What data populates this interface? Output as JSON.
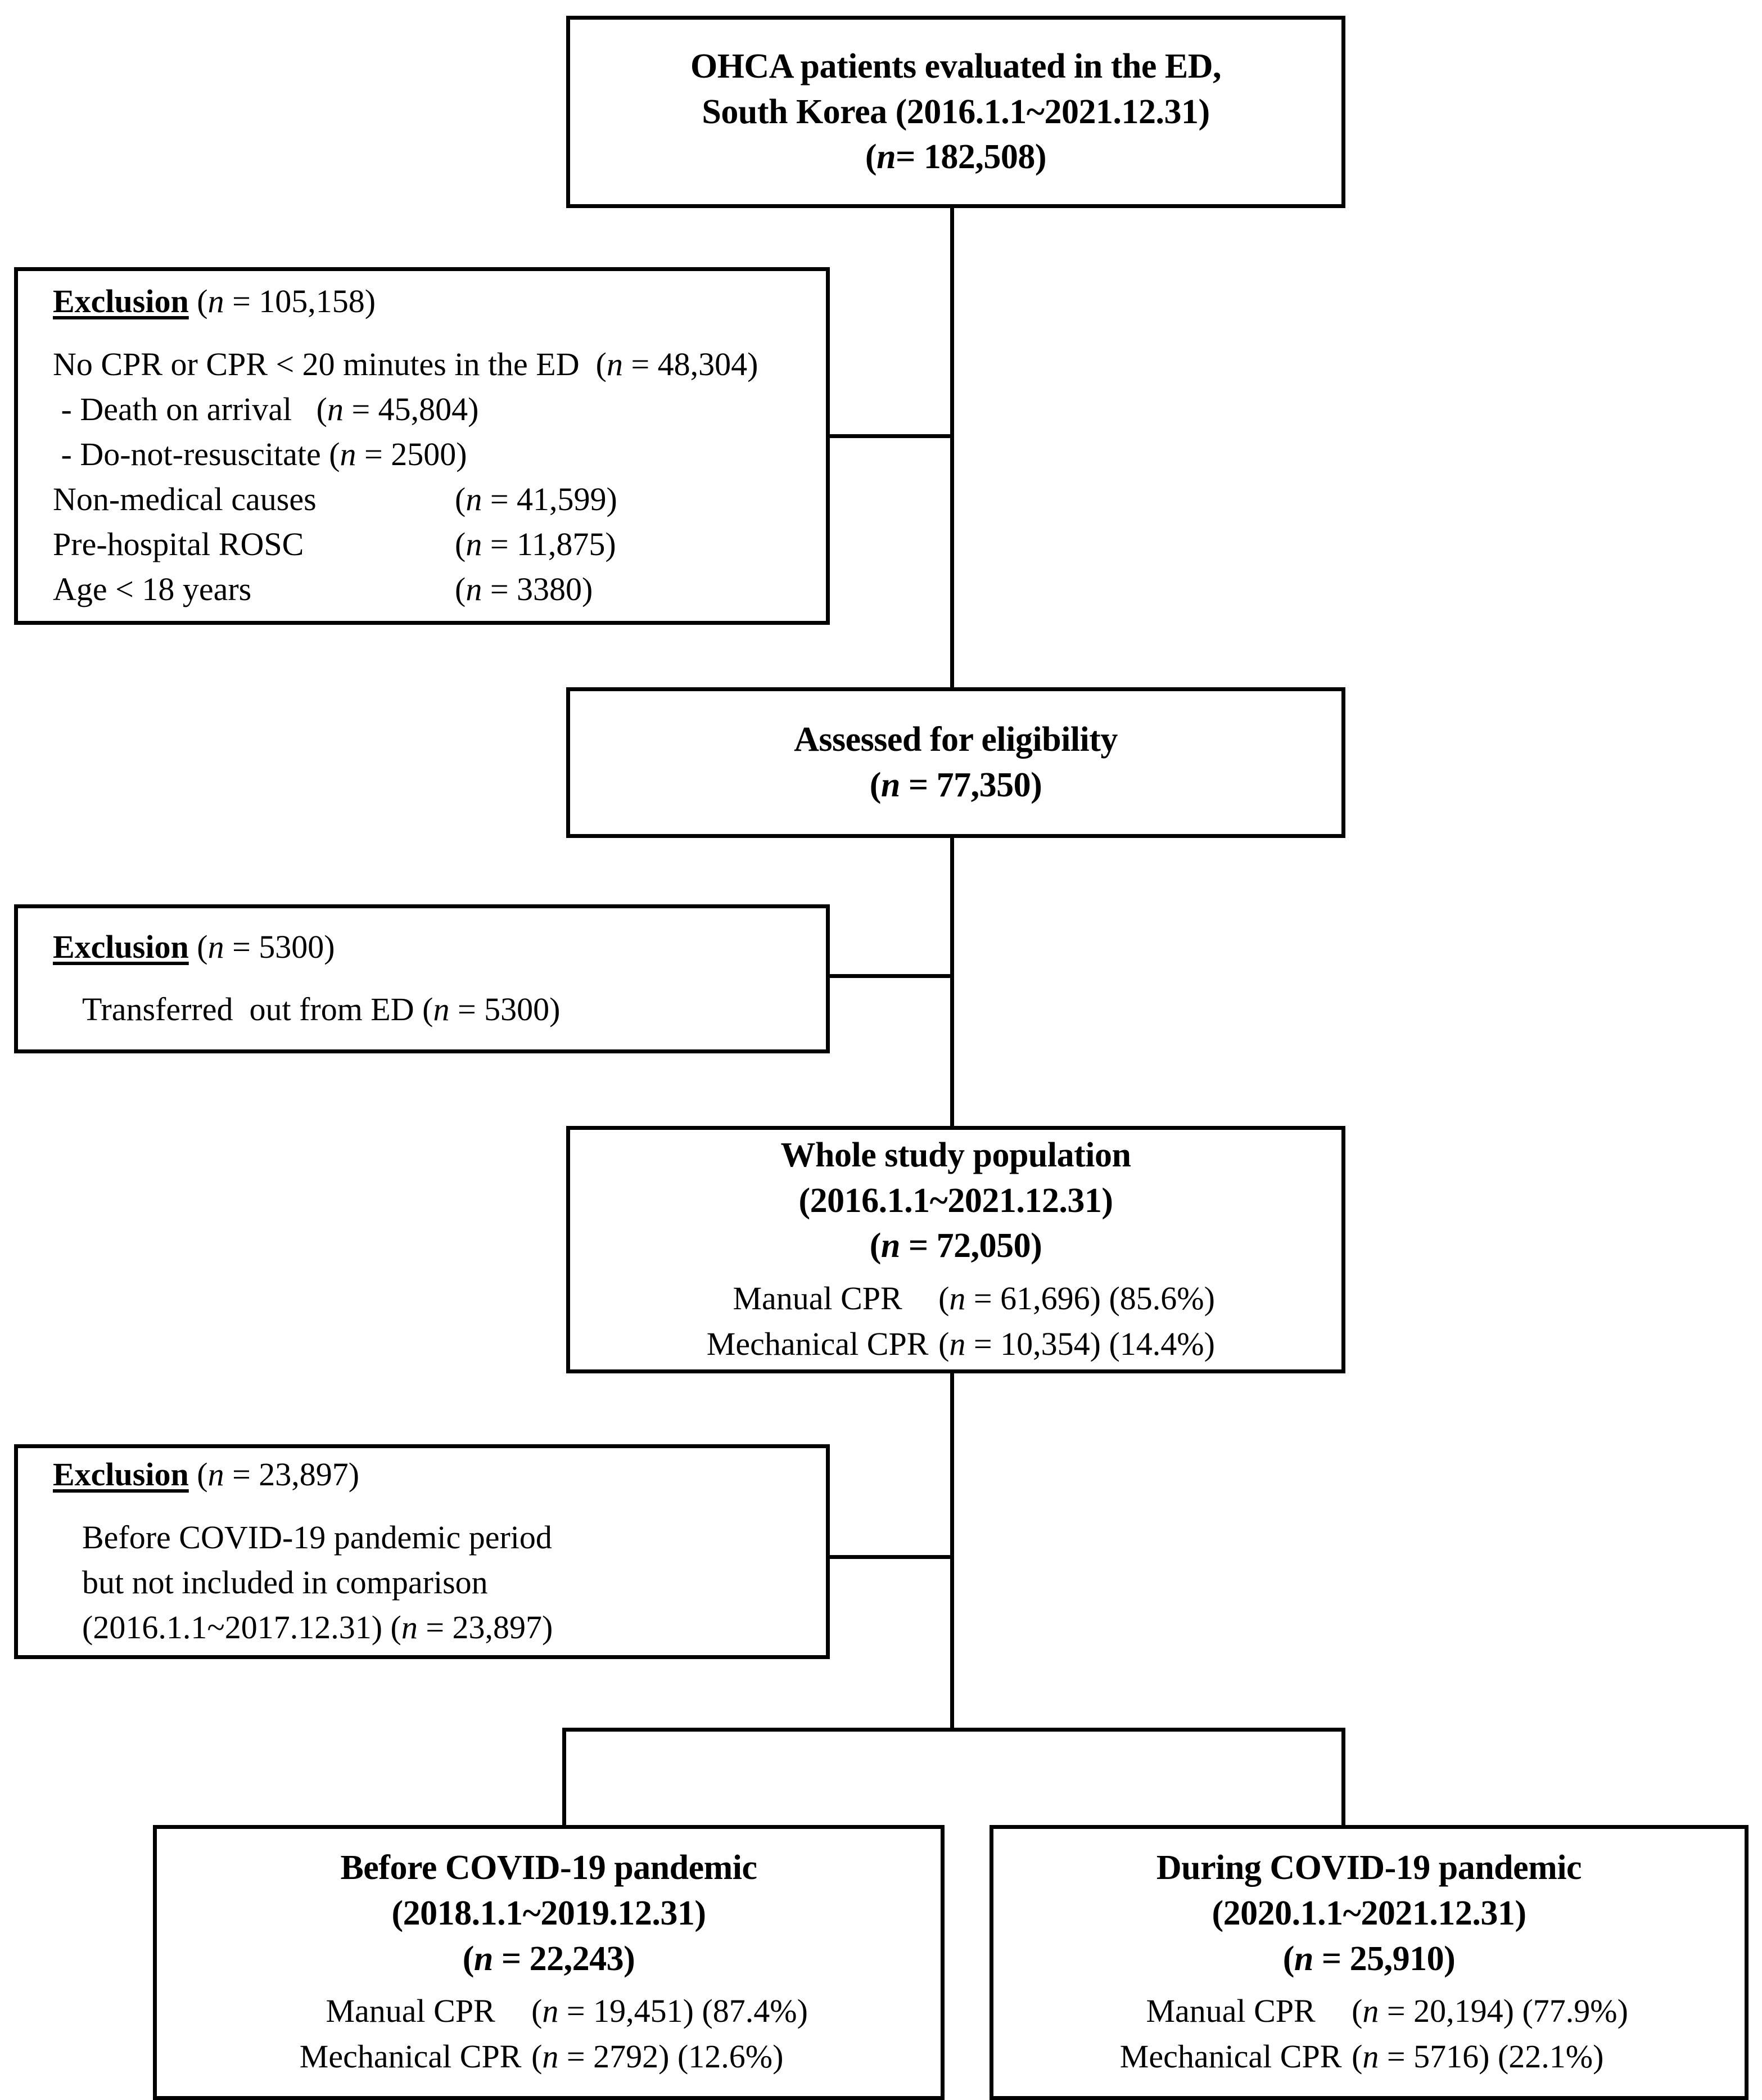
{
  "diagram": {
    "type": "study-flow-consort",
    "title": "OHCA study population flow diagram"
  },
  "boxes": {
    "top": {
      "line1": "OHCA patients evaluated in the ED,",
      "line2_prefix": "South Korea (2016.1.1~2021.12.31)",
      "n_label": "n",
      "n_value": "= 182,508",
      "n_line": "(n = 182,508)"
    },
    "eligibility": {
      "line1": "Assessed for eligibility",
      "n_line": "(n = 77,350)"
    },
    "whole_population": {
      "line1": "Whole study population",
      "line2": "(2016.1.1~2021.12.31)",
      "n_line": "(n = 72,050)",
      "rows": [
        {
          "label": "Manual CPR",
          "value": "(n = 61,696) (85.6%)"
        },
        {
          "label": "Mechanical CPR",
          "value": "(n = 10,354) (14.4%)"
        }
      ]
    },
    "before_pandemic": {
      "line1": "Before COVID-19 pandemic",
      "line2": "(2018.1.1~2019.12.31)",
      "n_line": "(n = 22,243)",
      "rows": [
        {
          "label": "Manual CPR",
          "value": "(n = 19,451) (87.4%)"
        },
        {
          "label": "Mechanical CPR",
          "value": "(n = 2792) (12.6%)"
        }
      ]
    },
    "during_pandemic": {
      "line1": "During COVID-19 pandemic",
      "line2": "(2020.1.1~2021.12.31)",
      "n_line": "(n = 25,910)",
      "rows": [
        {
          "label": "Manual CPR",
          "value": "(n = 20,194) (77.9%)"
        },
        {
          "label": "Mechanical CPR",
          "value": "(n = 5716) (22.1%)"
        }
      ]
    }
  },
  "exclusions": {
    "first": {
      "heading_word": "Exclusion",
      "heading_count": "(n = 105,158)",
      "main_line": "No CPR or CPR < 20 minutes in the ED  (n = 48,304)",
      "sub_items": [
        " - Death on arrival   (n = 45,804)",
        " - Do-not-resuscitate (n = 2500)"
      ],
      "rows": [
        {
          "label": "Non-medical causes",
          "value": "(n = 41,599)"
        },
        {
          "label": "Pre-hospital ROSC",
          "value": "(n = 11,875)"
        },
        {
          "label": "Age < 18 years",
          "value": "(n = 3380)"
        }
      ]
    },
    "second": {
      "heading_word": "Exclusion",
      "heading_count": "(n = 5300)",
      "lines": [
        "Transferred  out from ED (n = 5300)"
      ]
    },
    "third": {
      "heading_word": "Exclusion",
      "heading_count": "(n = 23,897)",
      "lines": [
        "Before COVID-19 pandemic period",
        "but not included in comparison",
        "(2016.1.1~2017.12.31) (n = 23,897)"
      ]
    }
  },
  "colors": {
    "stroke": "#000000",
    "background": "#ffffff",
    "text": "#000000"
  }
}
